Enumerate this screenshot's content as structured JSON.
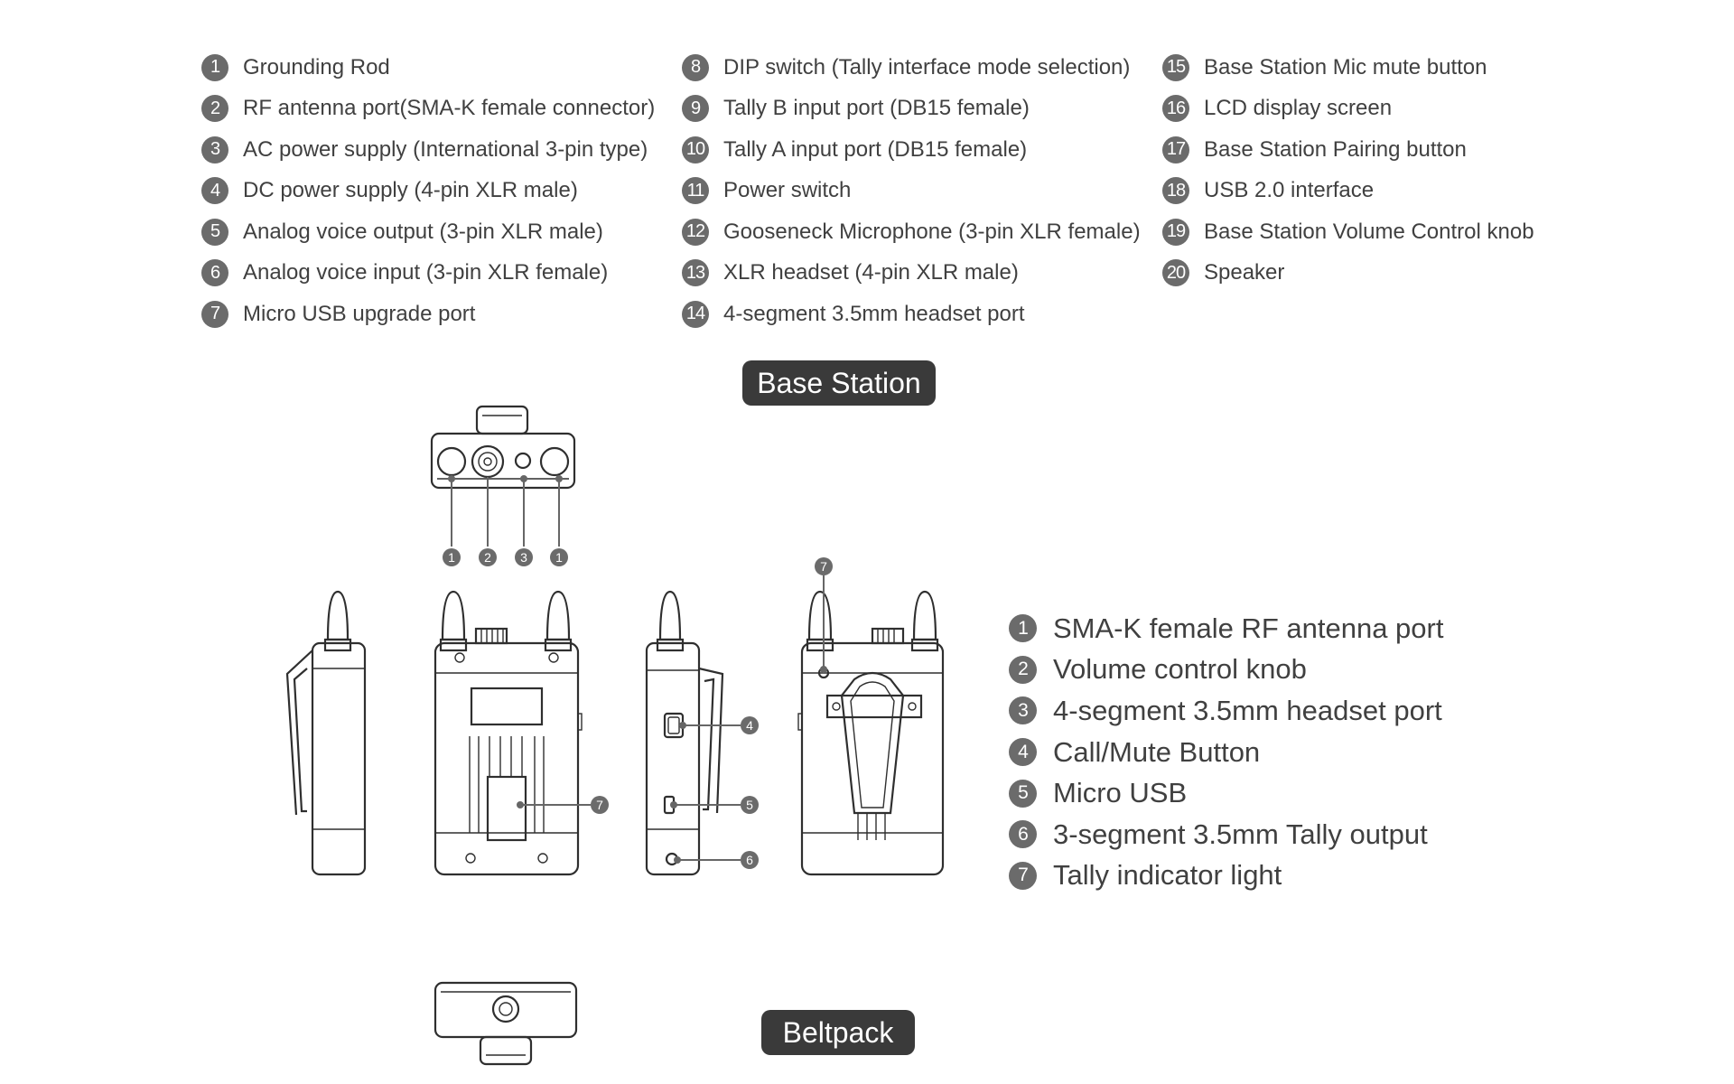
{
  "legend_columns": [
    [
      {
        "num": "1",
        "label": "Grounding Rod"
      },
      {
        "num": "2",
        "label": "RF antenna port(SMA-K female connector)"
      },
      {
        "num": "3",
        "label": "AC power supply (International 3-pin type)"
      },
      {
        "num": "4",
        "label": "DC power supply (4-pin XLR male)"
      },
      {
        "num": "5",
        "label": "Analog voice output (3-pin XLR male)"
      },
      {
        "num": "6",
        "label": "Analog voice input (3-pin XLR female)"
      },
      {
        "num": "7",
        "label": "Micro USB upgrade port"
      }
    ],
    [
      {
        "num": "8",
        "label": "DIP switch (Tally interface mode selection)"
      },
      {
        "num": "9",
        "label": "Tally B input port (DB15 female)"
      },
      {
        "num": "10",
        "label": "Tally A input port (DB15 female)"
      },
      {
        "num": "11",
        "label": "Power switch"
      },
      {
        "num": "12",
        "label": "Gooseneck Microphone (3-pin XLR female)"
      },
      {
        "num": "13",
        "label": "XLR headset (4-pin XLR male)"
      },
      {
        "num": "14",
        "label": "4-segment 3.5mm headset port"
      }
    ],
    [
      {
        "num": "15",
        "label": "Base Station Mic mute button"
      },
      {
        "num": "16",
        "label": "LCD display screen"
      },
      {
        "num": "17",
        "label": "Base Station Pairing button"
      },
      {
        "num": "18",
        "label": "USB 2.0 interface"
      },
      {
        "num": "19",
        "label": "Base Station Volume Control knob"
      },
      {
        "num": "20",
        "label": "Speaker"
      }
    ]
  ],
  "base_station_title": "Base Station",
  "beltpack_title": "Beltpack",
  "beltpack_legend": [
    {
      "num": "1",
      "label": "SMA-K female RF antenna port"
    },
    {
      "num": "2",
      "label": "Volume control knob"
    },
    {
      "num": "3",
      "label": "4-segment 3.5mm headset port"
    },
    {
      "num": "4",
      "label": "Call/Mute Button"
    },
    {
      "num": "5",
      "label": "Micro USB"
    },
    {
      "num": "6",
      "label": "3-segment 3.5mm Tally output"
    },
    {
      "num": "7",
      "label": "Tally indicator light"
    }
  ],
  "callouts": {
    "top_view": [
      "1",
      "2",
      "3",
      "1"
    ],
    "left_side": [
      "4",
      "5",
      "6"
    ],
    "back": [
      "7"
    ],
    "front": [
      "7"
    ]
  },
  "colors": {
    "badge": "#3a3a3a",
    "number_circle": "#6b6b6b",
    "line": "#2f2f2f"
  }
}
